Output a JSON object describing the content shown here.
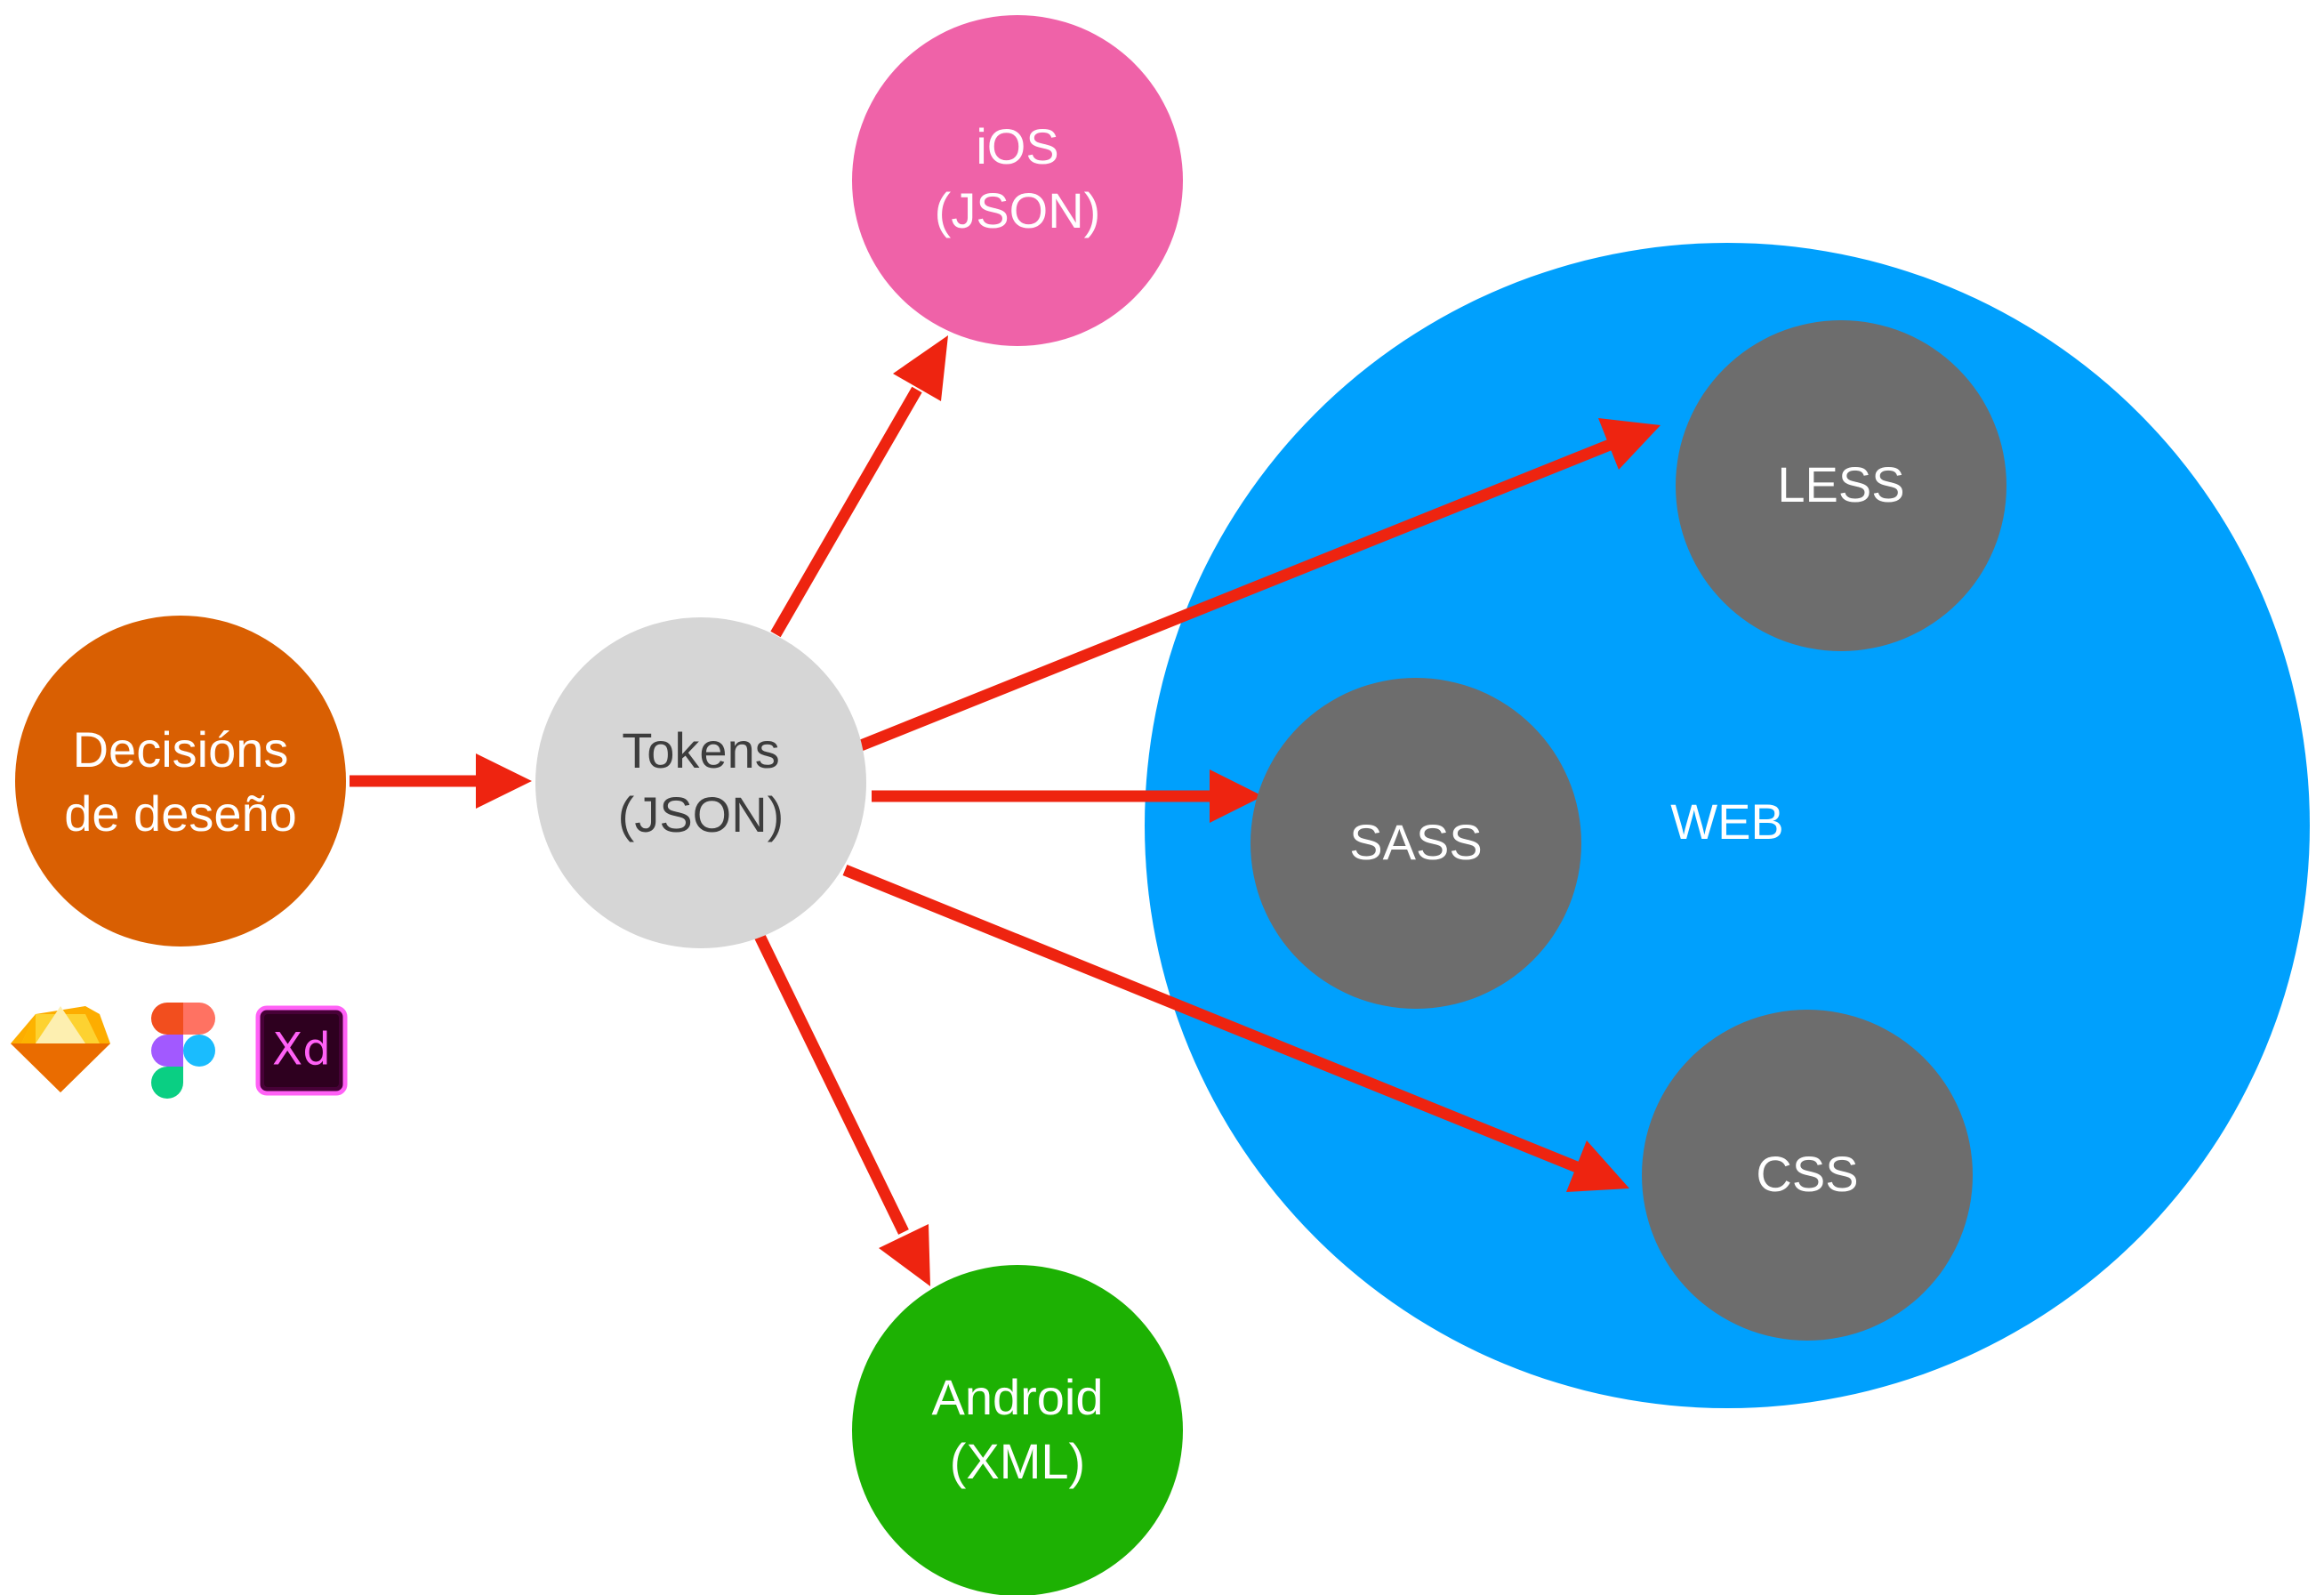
{
  "colors": {
    "arrow": "#ee2410",
    "decisions": "#d95f02",
    "tokens": "#d6d6d6",
    "ios": "#ef62a8",
    "android": "#1db103",
    "web": "#00a0fd",
    "web_child": "#6d6d6d",
    "text_light": "#ffffff",
    "text_dark": "#3d3d3d"
  },
  "nodes": {
    "decisions": {
      "lines": [
        "Decisións",
        "de deseño"
      ]
    },
    "tokens": {
      "lines": [
        "Tokens",
        "(JSON)"
      ]
    },
    "ios": {
      "lines": [
        "iOS",
        "(JSON)"
      ]
    },
    "android": {
      "lines": [
        "Android",
        "(XML)"
      ]
    },
    "web": {
      "label": "WEB"
    },
    "less": {
      "label": "LESS"
    },
    "sass": {
      "label": "SASS"
    },
    "css": {
      "label": "CSS"
    }
  },
  "tools": {
    "icons": [
      "sketch-icon",
      "figma-icon",
      "adobe-xd-icon"
    ],
    "xd_label": "Xd"
  }
}
